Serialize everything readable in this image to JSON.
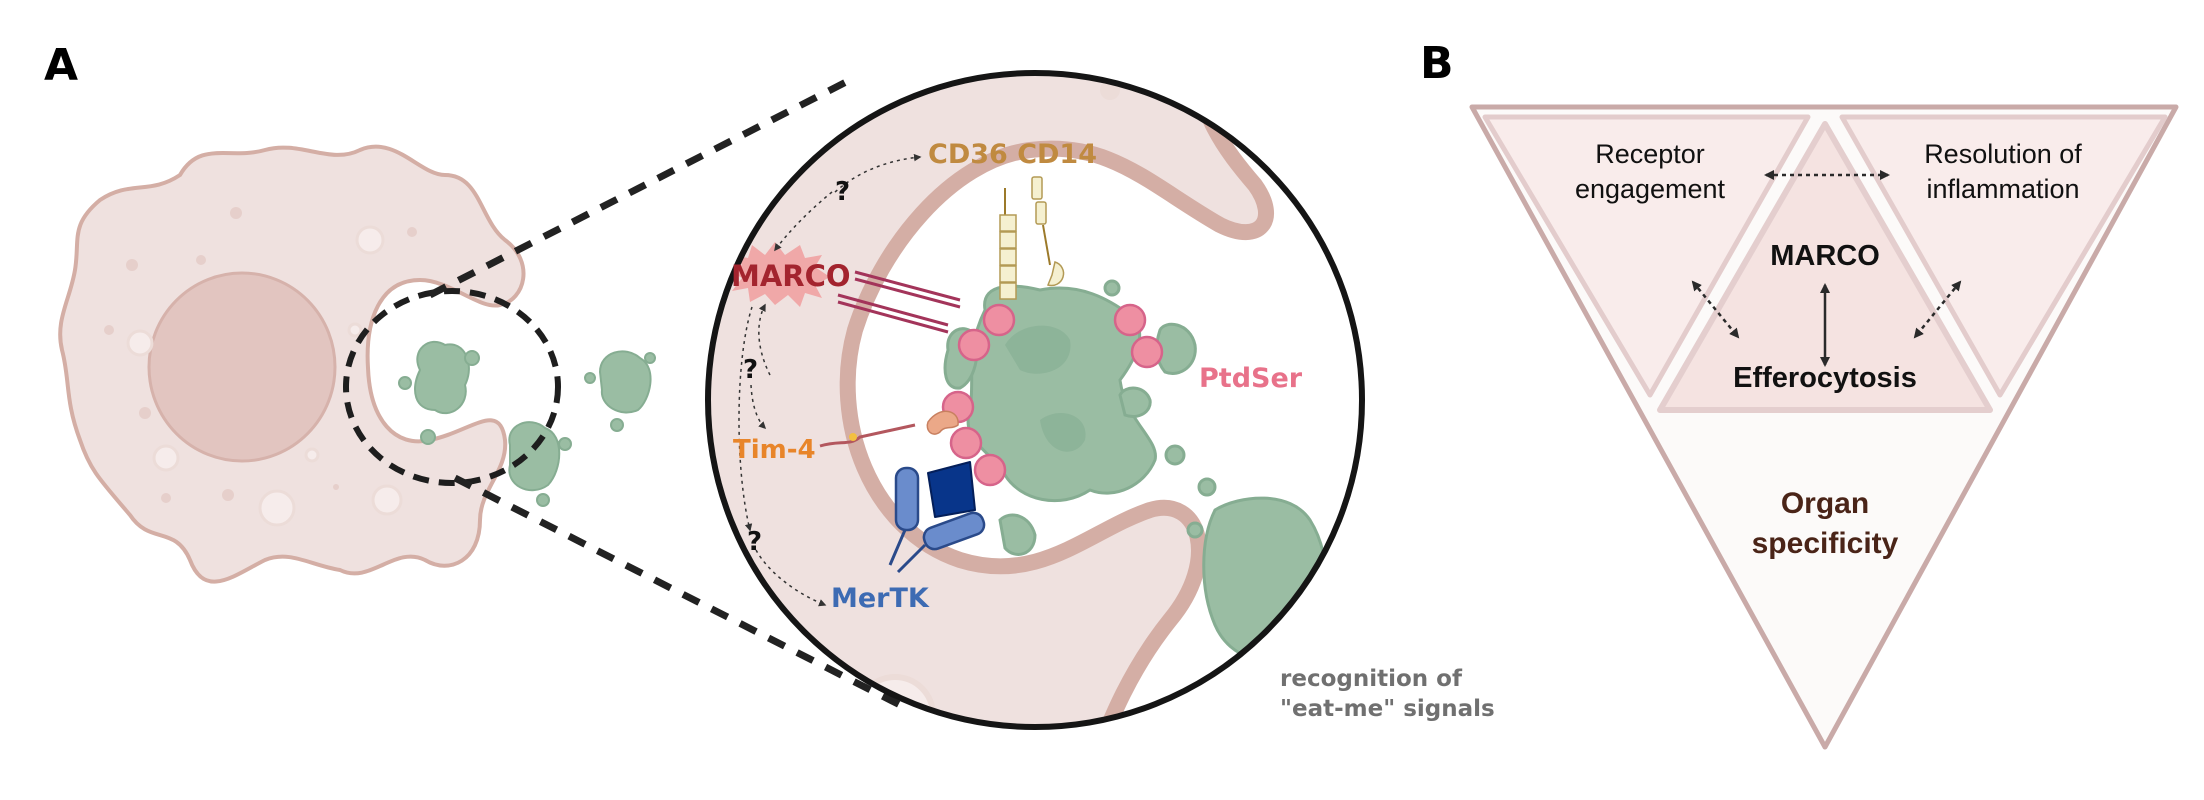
{
  "panels": {
    "a": {
      "letter": "A"
    },
    "b": {
      "letter": "B"
    }
  },
  "panel_a": {
    "receptors": {
      "cd36_cd14": "CD36 CD14",
      "marco": "MARCO",
      "tim4": "Tim-4",
      "mertk": "MerTK"
    },
    "ligand": "PtdSer",
    "question_marks": [
      "?",
      "?",
      "?"
    ],
    "caption": {
      "line1": "recognition of",
      "line2": "\"eat-me\" signals"
    },
    "colors": {
      "cd36_cd14": "#c08a40",
      "marco": "#a3242e",
      "marco_burst": "#f0a8a8",
      "tim4": "#e8852a",
      "mertk": "#3d6bb3",
      "ptdser": "#e8728a",
      "caption": "#707070",
      "cell_fill": "#efe1df",
      "cell_stroke": "#d4aea5",
      "nucleus": "#e2c5c0",
      "apoptotic": "#9abda3"
    }
  },
  "panel_b": {
    "top_left": {
      "line1": "Receptor",
      "line2": "engagement"
    },
    "top_right": {
      "line1": "Resolution of",
      "line2": "inflammation"
    },
    "center_top": "MARCO",
    "center_bottom": "Efferocytosis",
    "bottom": {
      "line1": "Organ",
      "line2": "specificity"
    },
    "colors": {
      "outer_stroke": "#c9aaa8",
      "side_fill": "#f9eceb",
      "center_fill": "#f5e2e0",
      "bottom_fill": "#fcfaf9",
      "bottom_text": "#4a2418"
    }
  }
}
